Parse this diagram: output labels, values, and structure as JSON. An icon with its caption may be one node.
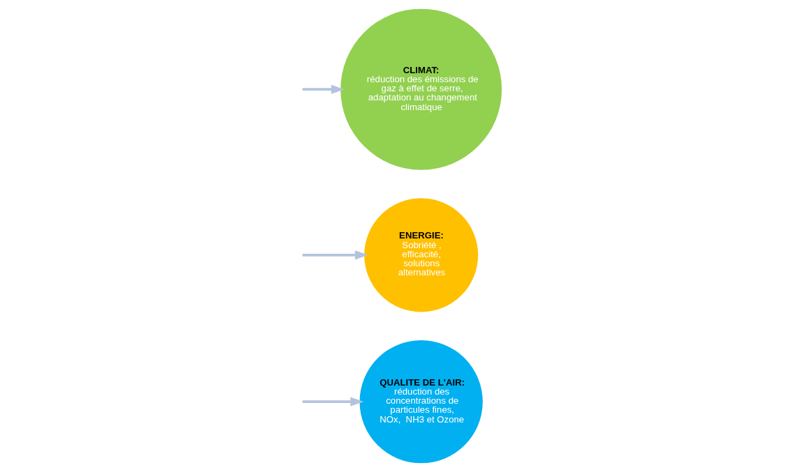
{
  "diagram": {
    "nodes": [
      {
        "text": [
          "QUALITE DE L'AIR:",
          "réduction des concentrations de particules fines, NOx,  NH3 et Ozone"
        ]
      },
      {
        "text": [
          "ENERGIE:",
          "Sobriété , efficacité, solutions alternatives"
        ]
      },
      {
        "text": [
          "CLIMAT:",
          "réduction des émissions de gaz à effet de serre, adaptation au changement climatique"
        ]
      }
    ],
    "edges": [
      {
        "from": null,
        "to": 0,
        "arrow": "to"
      },
      {
        "from": null,
        "to": 1,
        "arrow": "to"
      },
      {
        "from": null,
        "to": 2,
        "arrow": "to"
      }
    ]
  }
}
